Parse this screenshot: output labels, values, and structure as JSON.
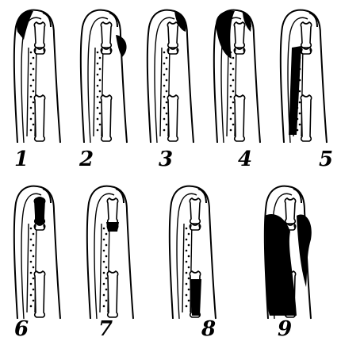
{
  "figure": {
    "panels": [
      {
        "label": "1",
        "dark_region": "tip-dorsal"
      },
      {
        "label": "2",
        "dark_region": "dorsal-bulge"
      },
      {
        "label": "3",
        "dark_region": "tip-under-nail"
      },
      {
        "label": "4",
        "dark_region": "tip-spreading"
      },
      {
        "label": "5",
        "dark_region": "palmar-tendon"
      },
      {
        "label": "6",
        "dark_region": "distal-bone"
      },
      {
        "label": "7",
        "dark_region": "joint"
      },
      {
        "label": "8",
        "dark_region": "proximal-bone"
      },
      {
        "label": "9",
        "dark_region": "diffuse"
      }
    ],
    "colors": {
      "ink": "#000000",
      "paper": "#ffffff"
    }
  }
}
